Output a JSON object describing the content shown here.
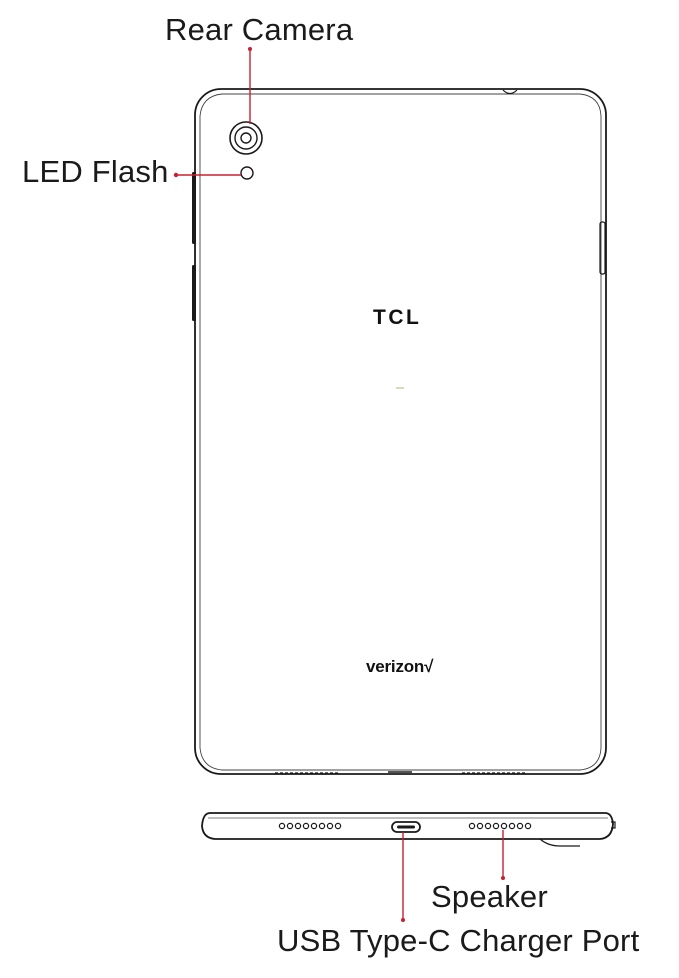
{
  "callouts": {
    "rear_camera": "Rear Camera",
    "led_flash": "LED Flash",
    "speaker": "Speaker",
    "usb_port": "USB Type-C Charger Port"
  },
  "branding": {
    "manufacturer_logo": "TCL",
    "carrier_logo": "verizon√"
  },
  "colors": {
    "leader_line": "#c8202f",
    "outline": "#1a1a1a",
    "background": "#ffffff"
  }
}
